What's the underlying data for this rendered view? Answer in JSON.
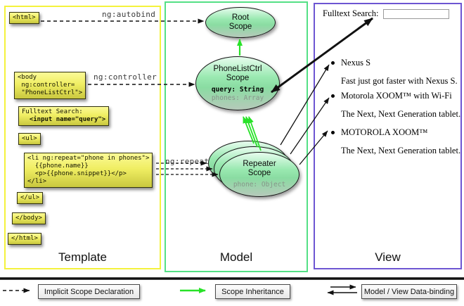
{
  "colors": {
    "template-border": "#f4f23c",
    "model-border": "#54e085",
    "view-border": "#6d55d2",
    "green-arrow": "#28e228",
    "ink": "#111111",
    "box-yellow": "#f0ee63",
    "scope-green": "#8fe5a9"
  },
  "columns": {
    "template": {
      "title": "Template"
    },
    "model": {
      "title": "Model"
    },
    "view": {
      "title": "View"
    }
  },
  "template": {
    "labels": {
      "autobind": "ng:autobind",
      "controller": "ng:controller",
      "repeat": "ng:repeat"
    },
    "boxes": {
      "html_open": [
        "<html>"
      ],
      "body_open": [
        "<body",
        " ng:controller=",
        " \"PhoneListCtrl\">"
      ],
      "fulltext": [
        "Fulltext Search:",
        "  <input name=\"query\">"
      ],
      "ul_open": [
        "<ul>"
      ],
      "li_repeat": [
        "<li ng:repeat=\"phone in phones\">",
        "  {{phone.name}}",
        "  <p>{{phone.snippet}}</p>",
        "</li>"
      ],
      "ul_close": [
        "</ul>"
      ],
      "body_close": [
        "</body>"
      ],
      "html_close": [
        "</html>"
      ]
    }
  },
  "model": {
    "root_scope": {
      "line1": "Root",
      "line2": "Scope"
    },
    "phonelist_scope": {
      "line1": "PhoneListCtrl",
      "line2": "Scope",
      "prop1": "query: String",
      "prop2": "phones: Array"
    },
    "repeater_scope": {
      "line1": "Repeater",
      "line2": "Scope",
      "prop1": "phone: Object"
    }
  },
  "view": {
    "search_label": "Fulltext Search:",
    "search_value": "",
    "items": [
      {
        "title": "Nexus S",
        "snippet": "Fast just got faster with Nexus S."
      },
      {
        "title": "Motorola XOOM™ with Wi-Fi",
        "snippet": "The Next, Next Generation tablet."
      },
      {
        "title": "MOTOROLA XOOM™",
        "snippet": "The Next, Next Generation tablet."
      }
    ]
  },
  "legend": [
    {
      "label": "Implicit Scope Declaration"
    },
    {
      "label": "Scope Inheritance"
    },
    {
      "label": "Model / View Data-binding"
    }
  ]
}
